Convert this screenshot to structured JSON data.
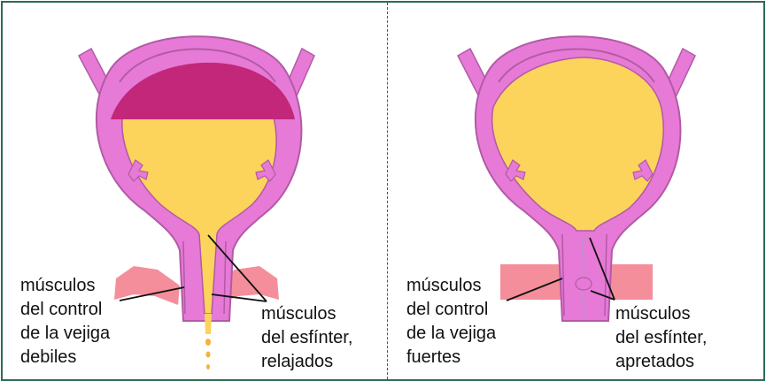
{
  "colors": {
    "frame": "#2e6b54",
    "bladder_wall": "#e77ad6",
    "bladder_outline": "#b25aa6",
    "urine": "#fcd45c",
    "dark_urine": "#c2277a",
    "sphincter_band": "#f27a8a",
    "drip": "#f4b43a"
  },
  "left_panel": {
    "control_label": [
      "músculos",
      "del control",
      "de la vejiga",
      "debiles"
    ],
    "sphincter_label": [
      "músculos",
      "del esfínter,",
      "relajados"
    ]
  },
  "right_panel": {
    "control_label": [
      "músculos",
      "del control",
      "de la vejiga",
      "fuertes"
    ],
    "sphincter_label": [
      "músculos",
      "del esfínter,",
      "apretados"
    ]
  }
}
